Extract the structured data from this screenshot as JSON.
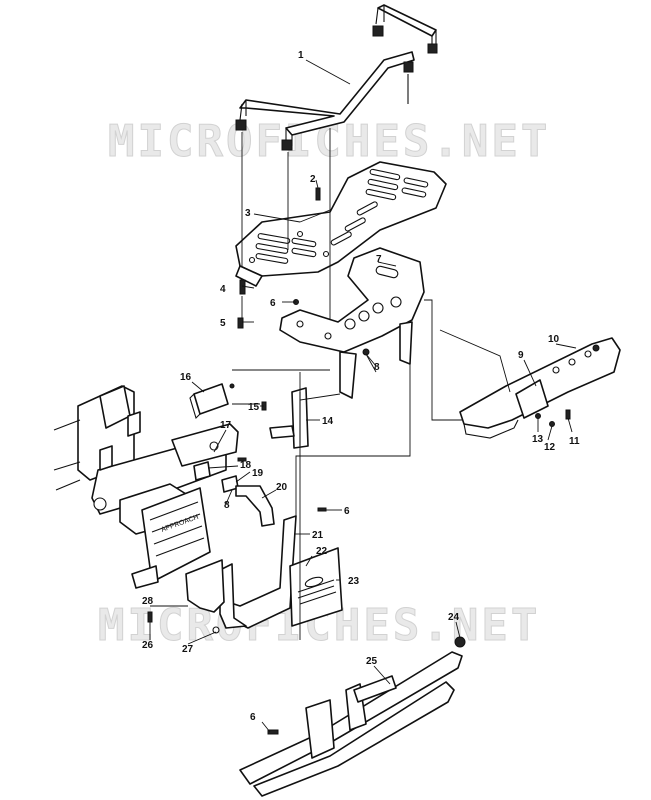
{
  "watermark": {
    "text_top": "MICROFICHES.NET",
    "text_bottom": "MICROFICHES.NET"
  },
  "callouts": {
    "c1": "1",
    "c2": "2",
    "c3": "3",
    "c4": "4",
    "c5": "5",
    "c6a": "6",
    "c6b": "6",
    "c6c": "6",
    "c7": "7",
    "c8a": "8",
    "c8b": "8",
    "c9": "9",
    "c10": "10",
    "c11": "11",
    "c12": "12",
    "c13": "13",
    "c14": "14",
    "c15": "15",
    "c16": "16",
    "c17": "17",
    "c18": "18",
    "c19": "19",
    "c20": "20",
    "c21": "21",
    "c22": "22",
    "c23": "23",
    "c24": "24",
    "c25": "25",
    "c26": "26",
    "c27": "27",
    "c28": "28"
  },
  "icons": [
    "rack-rail",
    "fender-rack",
    "front-rack",
    "rear-bumper",
    "front-bumper",
    "brush-guard",
    "grill-guard",
    "headlight",
    "bolt",
    "nut"
  ]
}
